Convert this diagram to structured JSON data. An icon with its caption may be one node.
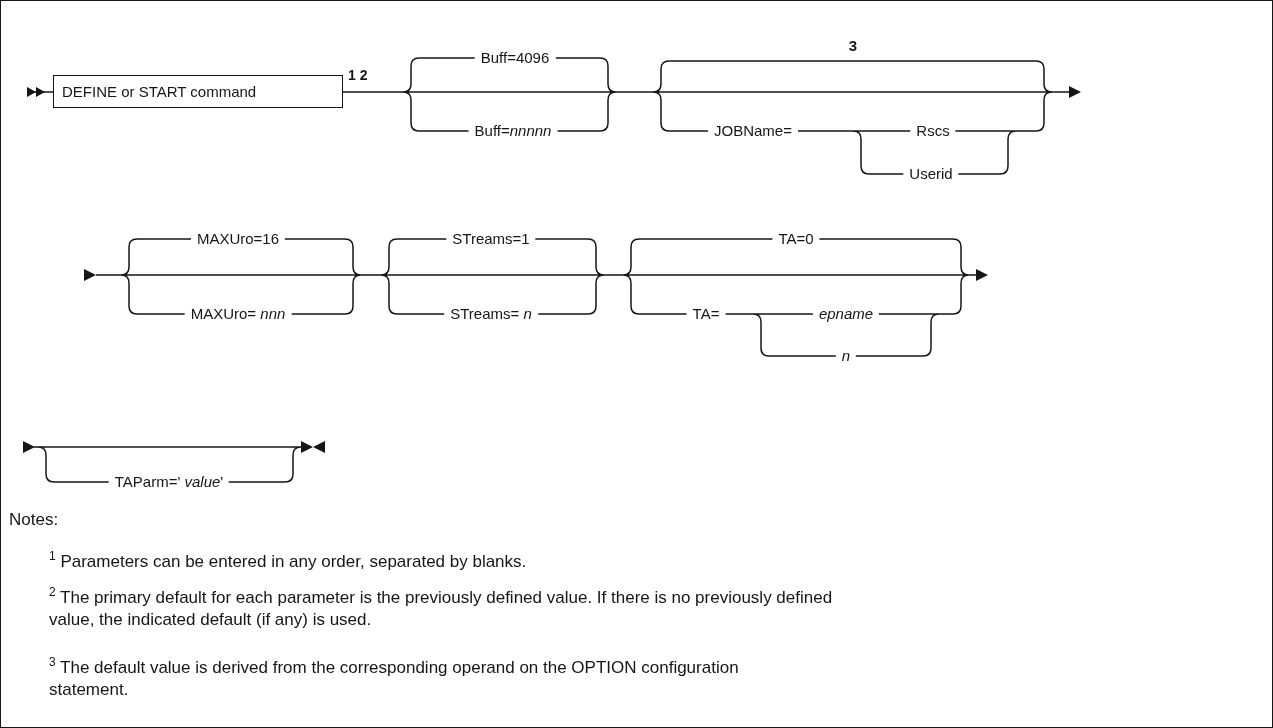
{
  "diagram": {
    "nodes": [
      {
        "text": [
          "DEFINE or START command"
        ],
        "beside": [
          "1 2"
        ]
      }
    ],
    "labels": [
      "Buff=4096",
      "3",
      "Buff=*nnnnn*",
      "JOBName=",
      "Rscs",
      "Userid",
      "MAXUro=16",
      "STreams=1",
      "TA=0",
      "MAXUro= *nnn*",
      "STreams= *n*",
      "TA=",
      "epname",
      "n",
      "TAParm=' *value*'",
      "Notes:",
      "$^{1}$ Parameters can be entered in any order, separated by blanks.",
      "$^{2}$ The primary default for each parameter is the previously defined value. If there is no previously defined value, the indicated default (if any) is used.",
      "$^{3}$ The default value is derived from the corresponding operand on the OPTION configuration statement."
    ]
  }
}
